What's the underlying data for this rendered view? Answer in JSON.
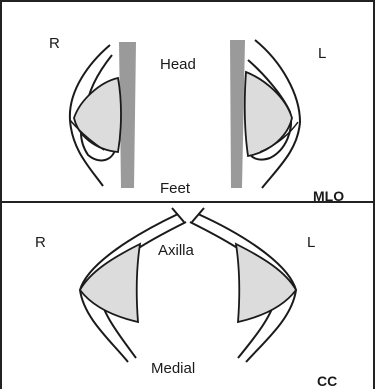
{
  "colors": {
    "line": "#1a1a1a",
    "tissue_fill": "#dcdcdc",
    "muscle_fill": "#9a9a9a",
    "background": "#ffffff"
  },
  "mlo_view": {
    "right_label": "R",
    "left_label": "L",
    "top_label": "Head",
    "bottom_label": "Feet",
    "view_label": "MLO"
  },
  "cc_view": {
    "right_label": "R",
    "left_label": "L",
    "top_label": "Axilla",
    "bottom_label": "Medial",
    "view_label": "CC"
  }
}
